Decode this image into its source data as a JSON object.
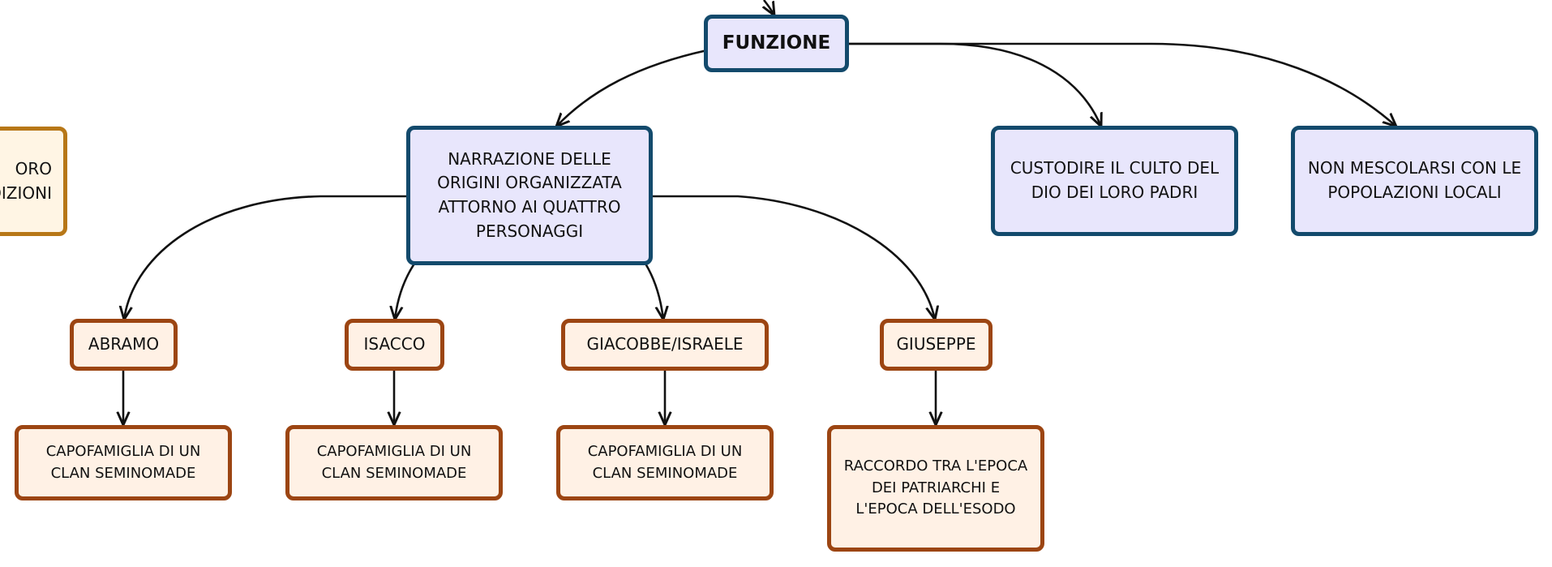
{
  "colors": {
    "blue_fill": "#e8e6fc",
    "blue_border": "#134a6c",
    "orange_fill": "#fff1e5",
    "orange_border": "#9c4512",
    "gold_fill": "#fff5e4",
    "gold_border": "#b77717",
    "edge": "#111111"
  },
  "nodes": {
    "funzione": "FUNZIONE",
    "narrazione": "NARRAZIONE DELLE ORIGINI ORGANIZZATA ATTORNO AI QUATTRO PERSONAGGI",
    "custodire": "CUSTODIRE IL CULTO DEL DIO DEI LORO PADRI",
    "non_mescolarsi": "NON MESCOLARSI CON LE POPOLAZIONI LOCALI",
    "partial_left_line1": "ORO",
    "partial_left_line2": "DIZIONI",
    "abramo": "ABRAMO",
    "isacco": "ISACCO",
    "giacobbe": "GIACOBBE/ISRAELE",
    "giuseppe": "GIUSEPPE",
    "abramo_desc": "CAPOFAMIGLIA DI UN CLAN SEMINOMADE",
    "isacco_desc": "CAPOFAMIGLIA DI UN CLAN SEMINOMADE",
    "giacobbe_desc": "CAPOFAMIGLIA DI UN CLAN SEMINOMADE",
    "giuseppe_desc": "RACCORDO TRA L'EPOCA DEI PATRIARCHI E L'EPOCA DELL'ESODO"
  },
  "edges": [
    {
      "from": "incoming",
      "to": "funzione"
    },
    {
      "from": "funzione",
      "to": "narrazione"
    },
    {
      "from": "funzione",
      "to": "custodire"
    },
    {
      "from": "funzione",
      "to": "non_mescolarsi"
    },
    {
      "from": "narrazione",
      "to": "abramo"
    },
    {
      "from": "narrazione",
      "to": "isacco"
    },
    {
      "from": "narrazione",
      "to": "giacobbe"
    },
    {
      "from": "narrazione",
      "to": "giuseppe"
    },
    {
      "from": "abramo",
      "to": "abramo_desc"
    },
    {
      "from": "isacco",
      "to": "isacco_desc"
    },
    {
      "from": "giacobbe",
      "to": "giacobbe_desc"
    },
    {
      "from": "giuseppe",
      "to": "giuseppe_desc"
    }
  ]
}
